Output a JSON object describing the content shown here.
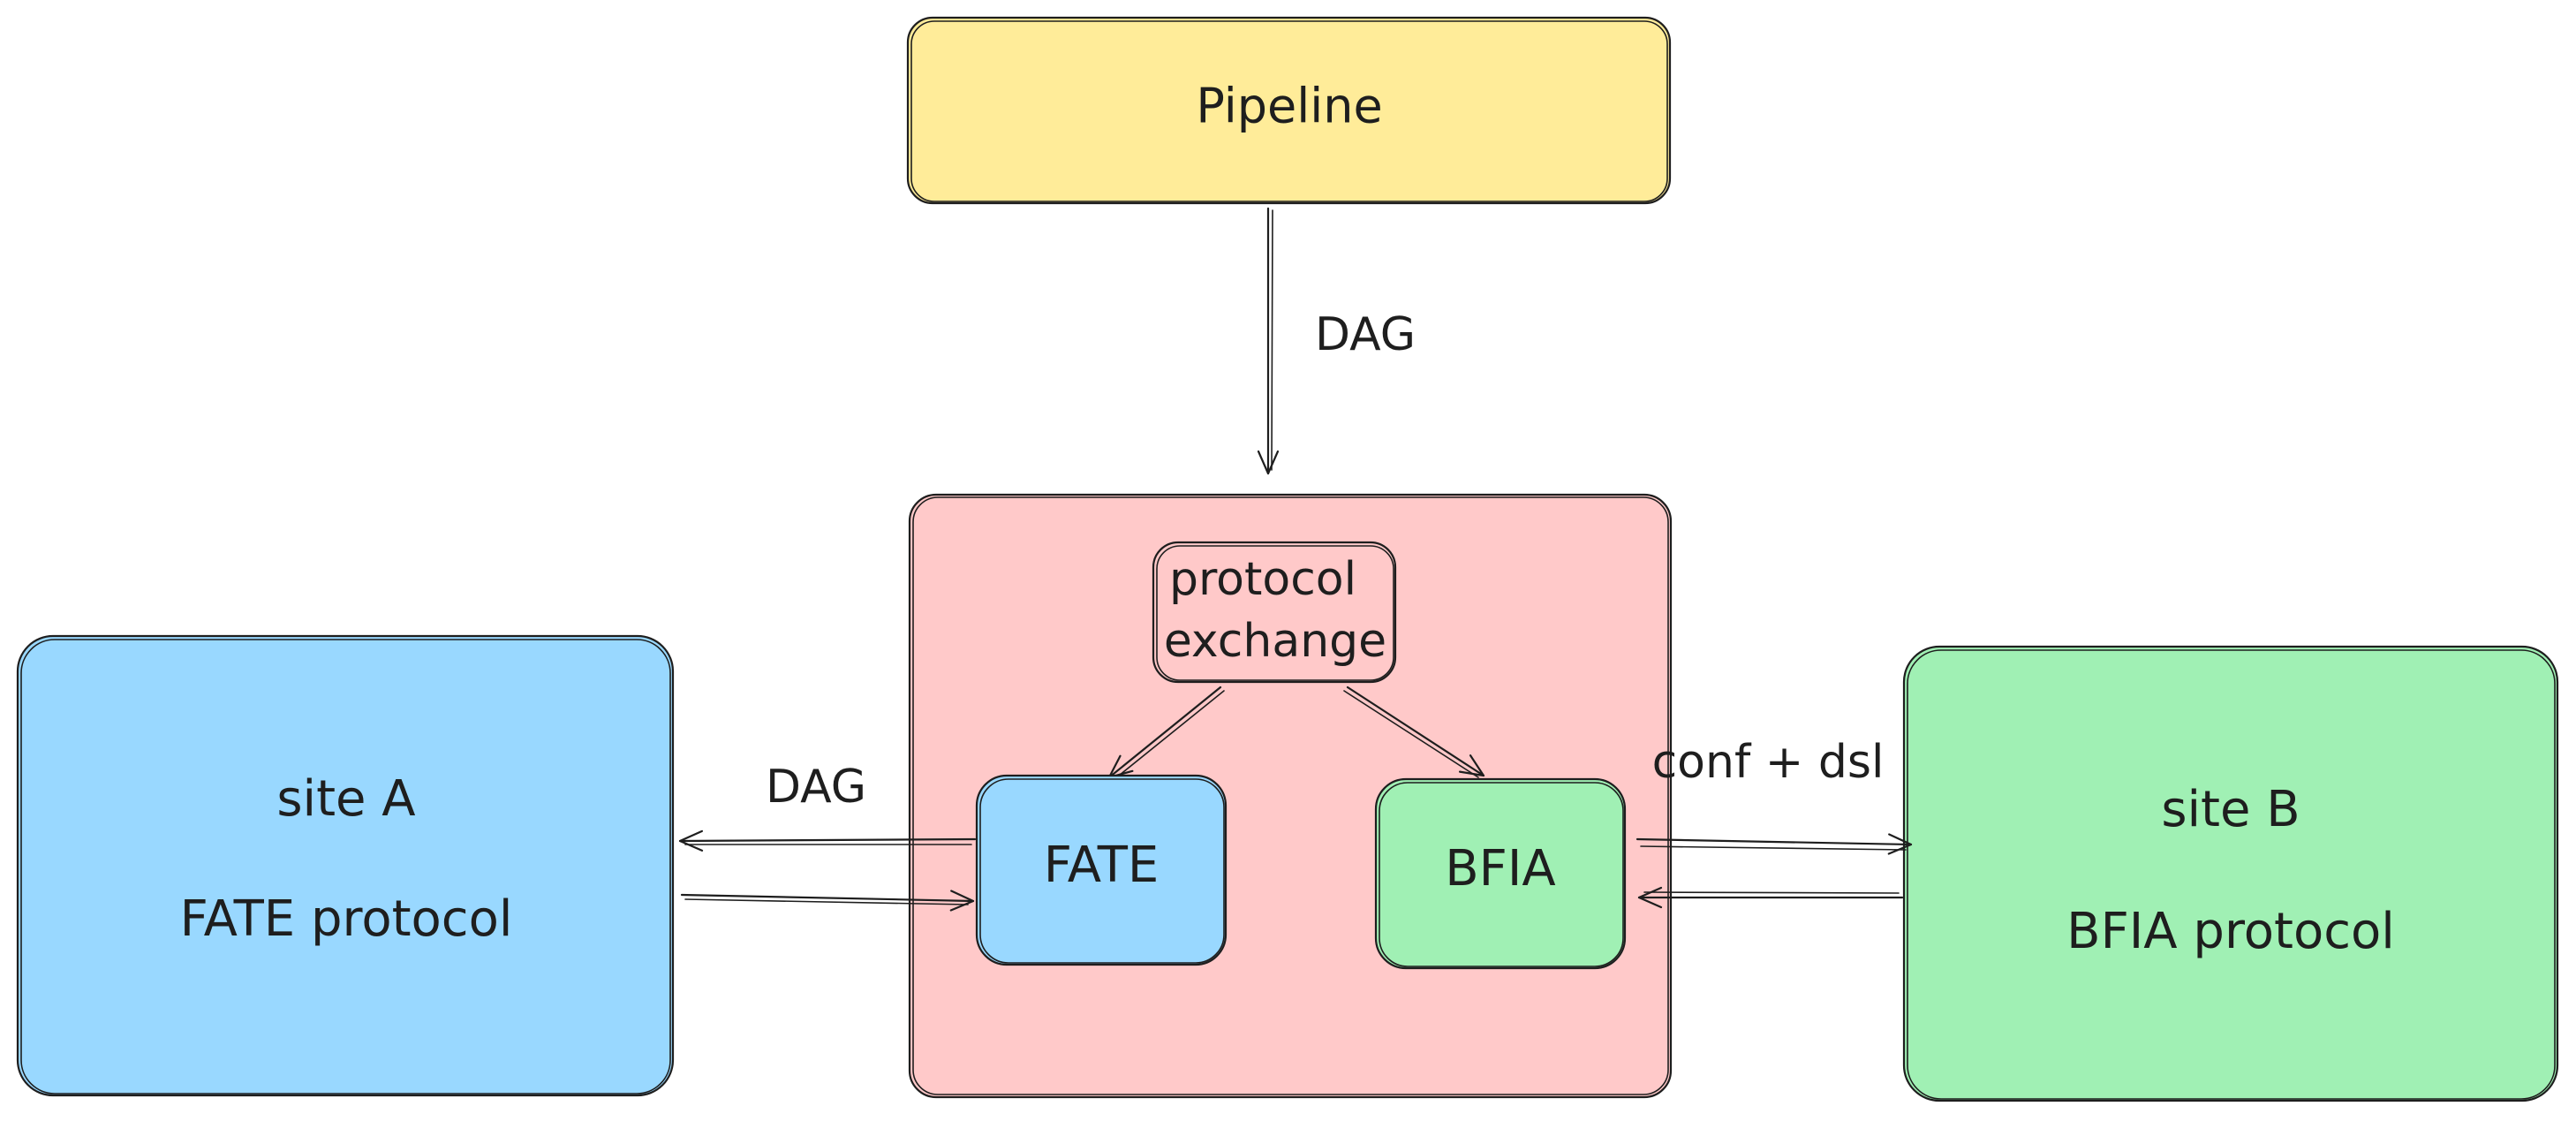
{
  "nodes": {
    "pipeline": {
      "label": "Pipeline"
    },
    "exchange_group": {
      "label": ""
    },
    "protocol_exchange": {
      "line1": "protocol",
      "line2": "exchange"
    },
    "fate": {
      "label": "FATE"
    },
    "bfia": {
      "label": "BFIA"
    },
    "site_a": {
      "line1": "site A",
      "line2": "FATE protocol"
    },
    "site_b": {
      "line1": "site B",
      "line2": "BFIA protocol"
    }
  },
  "edges": {
    "pipeline_to_exchange": {
      "label": "DAG"
    },
    "fate_to_site_a": {
      "label": "DAG"
    },
    "bfia_to_site_b": {
      "label": "conf + dsl"
    }
  },
  "colors": {
    "pipeline": "#ffec99",
    "exchange_group": "#ffc9c9",
    "blue": "#99d8ff",
    "green": "#a0f0b4",
    "stroke": "#1e1e1e"
  }
}
